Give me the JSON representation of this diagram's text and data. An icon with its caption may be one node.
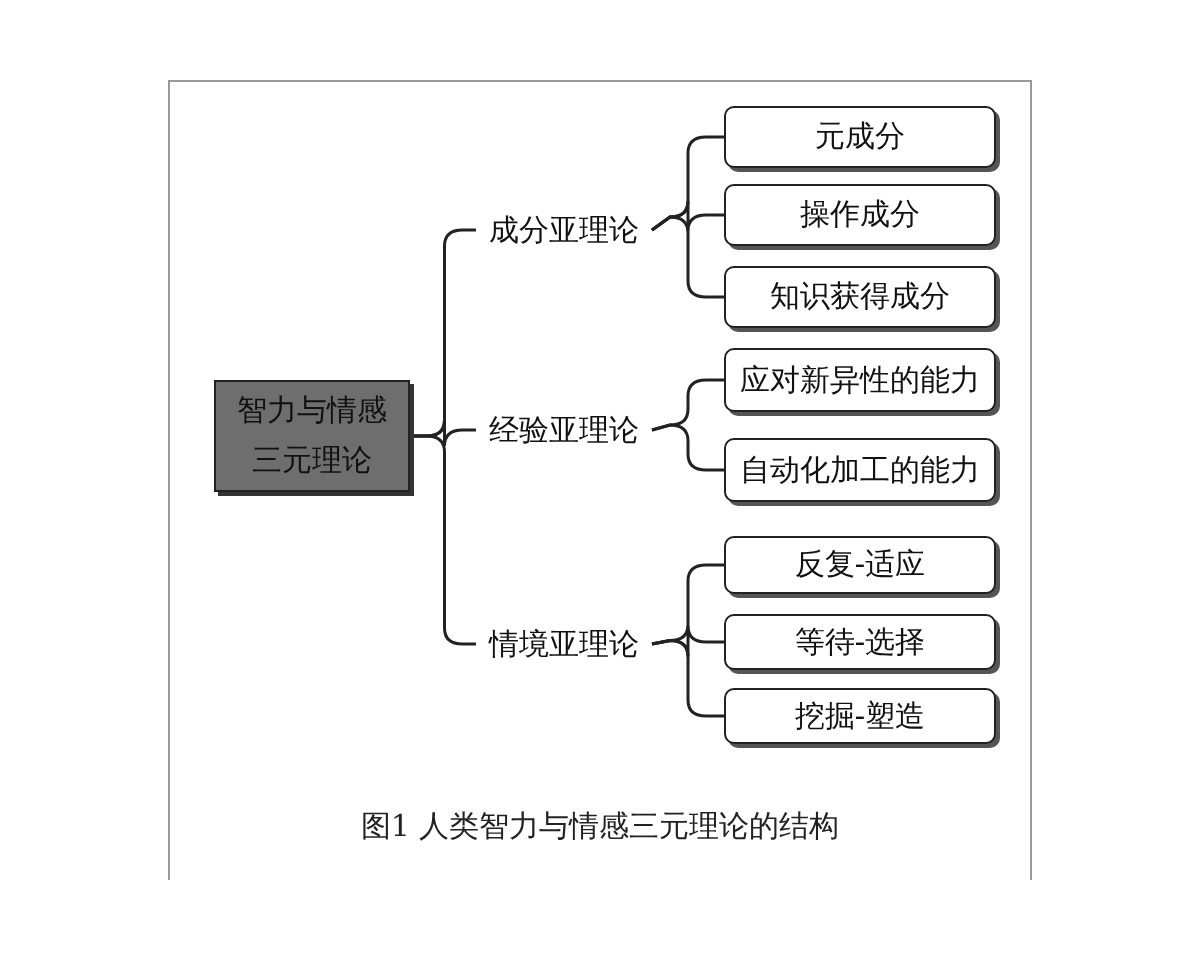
{
  "diagram": {
    "caption": "图1 人类智力与情感三元理论的结构",
    "nodes": [
      {
        "text": [
          "智力与情感三元理论"
        ]
      },
      {
        "text": [
          "成分亚理论"
        ]
      },
      {
        "text": [
          "元成分"
        ]
      },
      {
        "text": [
          "操作成分"
        ]
      },
      {
        "text": [
          "知识获得成分"
        ]
      },
      {
        "text": [
          "经验亚理论"
        ]
      },
      {
        "text": [
          "应对新异性的能力"
        ]
      },
      {
        "text": [
          "自动化加工的能力"
        ]
      },
      {
        "text": [
          "情境亚理论"
        ]
      },
      {
        "text": [
          "反复-适应"
        ]
      },
      {
        "text": [
          "等待-选择"
        ]
      },
      {
        "text": [
          "挖掘-塑造"
        ]
      }
    ],
    "edges": [
      {
        "from": 0,
        "to": 1,
        "arrow": "none"
      },
      {
        "from": 0,
        "to": 5,
        "arrow": "none"
      },
      {
        "from": 0,
        "to": 8,
        "arrow": "none"
      },
      {
        "from": 1,
        "to": 2,
        "arrow": "none"
      },
      {
        "from": 1,
        "to": 3,
        "arrow": "none"
      },
      {
        "from": 1,
        "to": 4,
        "arrow": "none"
      },
      {
        "from": 5,
        "to": 6,
        "arrow": "none"
      },
      {
        "from": 5,
        "to": 7,
        "arrow": "none"
      },
      {
        "from": 8,
        "to": 9,
        "arrow": "none"
      },
      {
        "from": 8,
        "to": 10,
        "arrow": "none"
      },
      {
        "from": 8,
        "to": 11,
        "arrow": "none"
      }
    ]
  }
}
